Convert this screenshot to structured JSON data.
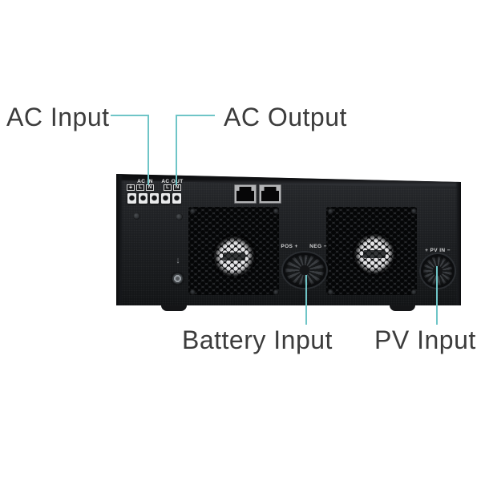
{
  "labels": {
    "ac_input": "AC Input",
    "ac_output": "AC Output",
    "battery_input": "Battery Input",
    "pv_input": "PV Input"
  },
  "device": {
    "terminal_block": {
      "group_labels": [
        "AC IN",
        "AC OUT"
      ],
      "terminal_labels": [
        "⏚",
        "L",
        "N",
        "L",
        "N"
      ]
    },
    "battery_port": {
      "pos": "POS +",
      "neg": "NEG −"
    },
    "pv_port": {
      "label": "+ PV IN −"
    },
    "ground": {
      "symbol": "↓"
    }
  },
  "colors": {
    "callout_line": "#6fc5c7",
    "label_text": "#3c3c3c",
    "chassis_dark": "#1d1f22",
    "terminal_white": "#e9eaeb"
  }
}
